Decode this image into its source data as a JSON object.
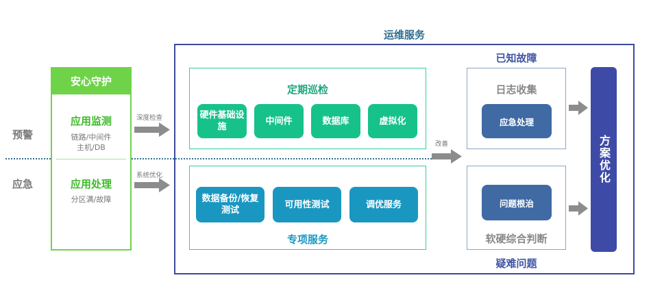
{
  "rows": {
    "warning_label": "预警",
    "emergency_label": "应急"
  },
  "guard": {
    "header": "安心守护",
    "monitor_title": "应用监测",
    "monitor_sub_1": "链路/中间件",
    "monitor_sub_2": "主机/DB",
    "handle_title": "应用处理",
    "handle_sub": "分区满/故障"
  },
  "arrows": {
    "deep_check": "深度检查",
    "system_opt": "系统优化",
    "improve": "改善"
  },
  "ops": {
    "title": "运维服务",
    "inspection": {
      "title": "定期巡检",
      "tiles": [
        "硬件基础设施",
        "中间件",
        "数据库",
        "虚拟化"
      ]
    },
    "special": {
      "title": "专项服务",
      "tiles": [
        "数据备份/恢复测试",
        "可用性测试",
        "调优服务"
      ]
    },
    "known_fault": {
      "label": "已知故障",
      "title": "日志收集",
      "tile": "应急处理"
    },
    "hard_problem": {
      "label": "疑难问题",
      "title": "软硬综合判断",
      "tile": "问题根治"
    },
    "solution": "方案优化"
  },
  "colors": {
    "guard_green": "#6fd34a",
    "inspection_tile": "#16c28a",
    "special_tile": "#1a97c1",
    "fault_tile": "#3f6aa4",
    "solution_bar": "#3d4ba7",
    "frame": "#3b4a9a",
    "arrow": "#8c8c8c"
  }
}
